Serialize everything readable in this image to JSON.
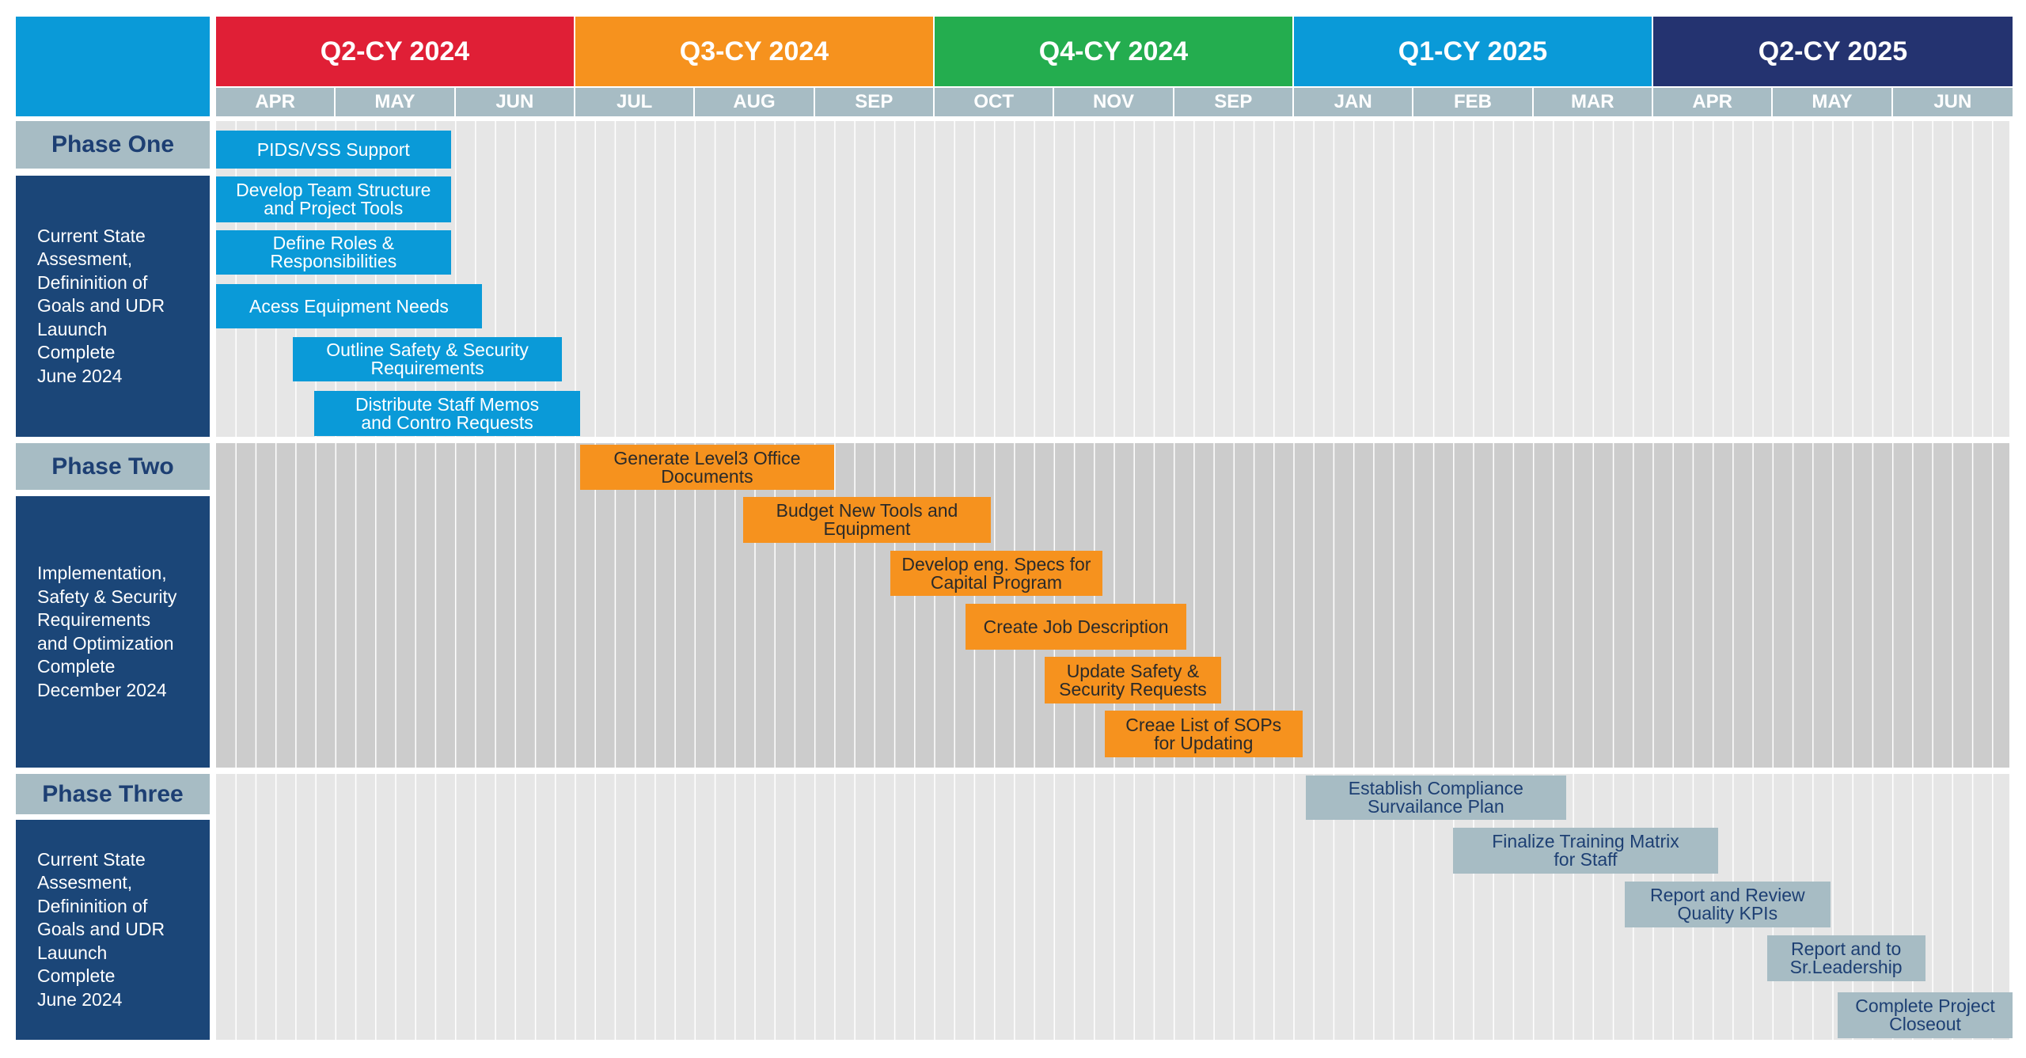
{
  "colors": {
    "q2_2024": "#e01f36",
    "q3_2024": "#f6921e",
    "q4_2024": "#24ad4f",
    "q1_2025": "#0a9ad8",
    "q2_2025": "#243370",
    "phase_one_task": "#0a9ad8",
    "phase_two_task": "#f6921e",
    "phase_three_task": "#a7bcc4"
  },
  "quarters": [
    {
      "label": "Q2-CY 2024",
      "color": "#e01f36"
    },
    {
      "label": "Q3-CY 2024",
      "color": "#f6921e"
    },
    {
      "label": "Q4-CY 2024",
      "color": "#24ad4f"
    },
    {
      "label": "Q1-CY 2025",
      "color": "#0a9ad8"
    },
    {
      "label": "Q2-CY 2025",
      "color": "#243370"
    }
  ],
  "months": [
    "APR",
    "MAY",
    "JUN",
    "JUL",
    "AUG",
    "SEP",
    "OCT",
    "NOV",
    "SEP",
    "JAN",
    "FEB",
    "MAR",
    "APR",
    "MAY",
    "JUN"
  ],
  "phases": [
    {
      "title": "Phase One",
      "description": "Current State\nAssesment,\nDefininition of\nGoals and UDR\nLauunch\nComplete\nJune 2024",
      "tasks": [
        {
          "label": "PIDS/VSS Support",
          "start_month": 0.0,
          "end_month": 1.96
        },
        {
          "label": "Develop Team Structure\nand Project Tools",
          "start_month": 0.0,
          "end_month": 1.96
        },
        {
          "label": "Define Roles &\nResponsibilities",
          "start_month": 0.0,
          "end_month": 1.96
        },
        {
          "label": "Acess Equipment Needs",
          "start_month": 0.0,
          "end_month": 2.22
        },
        {
          "label": "Outline Safety & Security\nRequirements",
          "start_month": 0.64,
          "end_month": 2.89
        },
        {
          "label": "Distribute Staff Memos\nand Contro Requests",
          "start_month": 0.82,
          "end_month": 3.04
        }
      ]
    },
    {
      "title": "Phase Two",
      "description": "Implementation,\nSafety & Security\nRequirements\nand Optimization\nComplete\nDecember 2024",
      "tasks": [
        {
          "label": "Generate Level3 Office\nDocuments",
          "start_month": 3.04,
          "end_month": 5.16
        },
        {
          "label": "Budget New Tools and\nEquipment",
          "start_month": 4.4,
          "end_month": 6.47
        },
        {
          "label": "Develop eng. Specs for\nCapital Program",
          "start_month": 5.63,
          "end_month": 7.4
        },
        {
          "label": "Create Job Description",
          "start_month": 6.26,
          "end_month": 8.1
        },
        {
          "label": "Update Safety &\nSecurity Requests",
          "start_month": 6.92,
          "end_month": 8.39
        },
        {
          "label": "Creae List of SOPs\nfor Updating",
          "start_month": 7.42,
          "end_month": 9.07
        }
      ]
    },
    {
      "title": "Phase Three",
      "description": "Current State\nAssesment,\nDefininition of\nGoals and UDR\nLauunch\nComplete\nJune 2024",
      "tasks": [
        {
          "label": "Establish Compliance\nSurvailance Plan",
          "start_month": 9.1,
          "end_month": 11.27
        },
        {
          "label": "Finalize Training Matrix\nfor Staff",
          "start_month": 10.33,
          "end_month": 12.54
        },
        {
          "label": "Report and Review\nQuality KPIs",
          "start_month": 11.76,
          "end_month": 13.48
        },
        {
          "label": "Report and to\nSr.Leadership",
          "start_month": 12.95,
          "end_month": 14.27
        },
        {
          "label": "Complete Project\nCloseout",
          "start_month": 13.54,
          "end_month": 15.0
        }
      ]
    }
  ]
}
